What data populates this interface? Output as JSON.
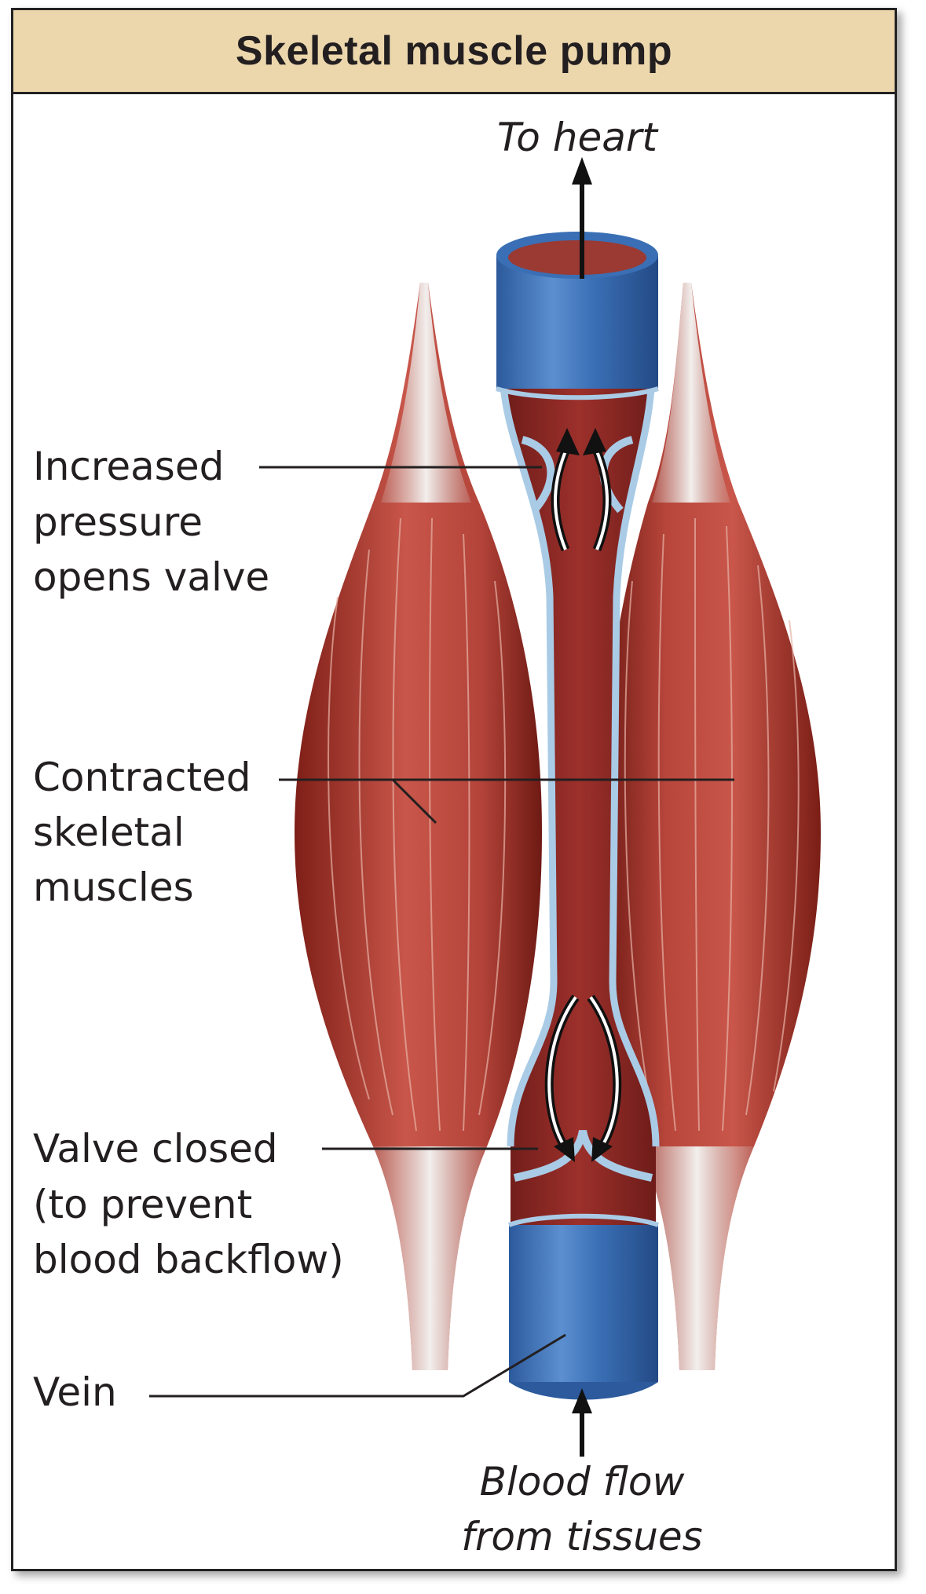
{
  "title": "Skeletal muscle pump",
  "labels": {
    "to_heart": "To heart",
    "increased_pressure": [
      "Increased",
      "pressure",
      "opens valve"
    ],
    "contracted_muscles": [
      "Contracted",
      "skeletal",
      "muscles"
    ],
    "valve_closed": [
      "Valve closed",
      "(to prevent",
      "blood backflow)"
    ],
    "vein": "Vein",
    "blood_flow": [
      "Blood flow",
      "from tissues"
    ]
  },
  "colors": {
    "title_background": "#ecd7ad",
    "muscle": "#b03a2e",
    "tendon": "#e6e0dc",
    "vein_outer": "#3a6fb5",
    "vein_lining": "#a9cbe6",
    "blood": "#8e2a26"
  }
}
